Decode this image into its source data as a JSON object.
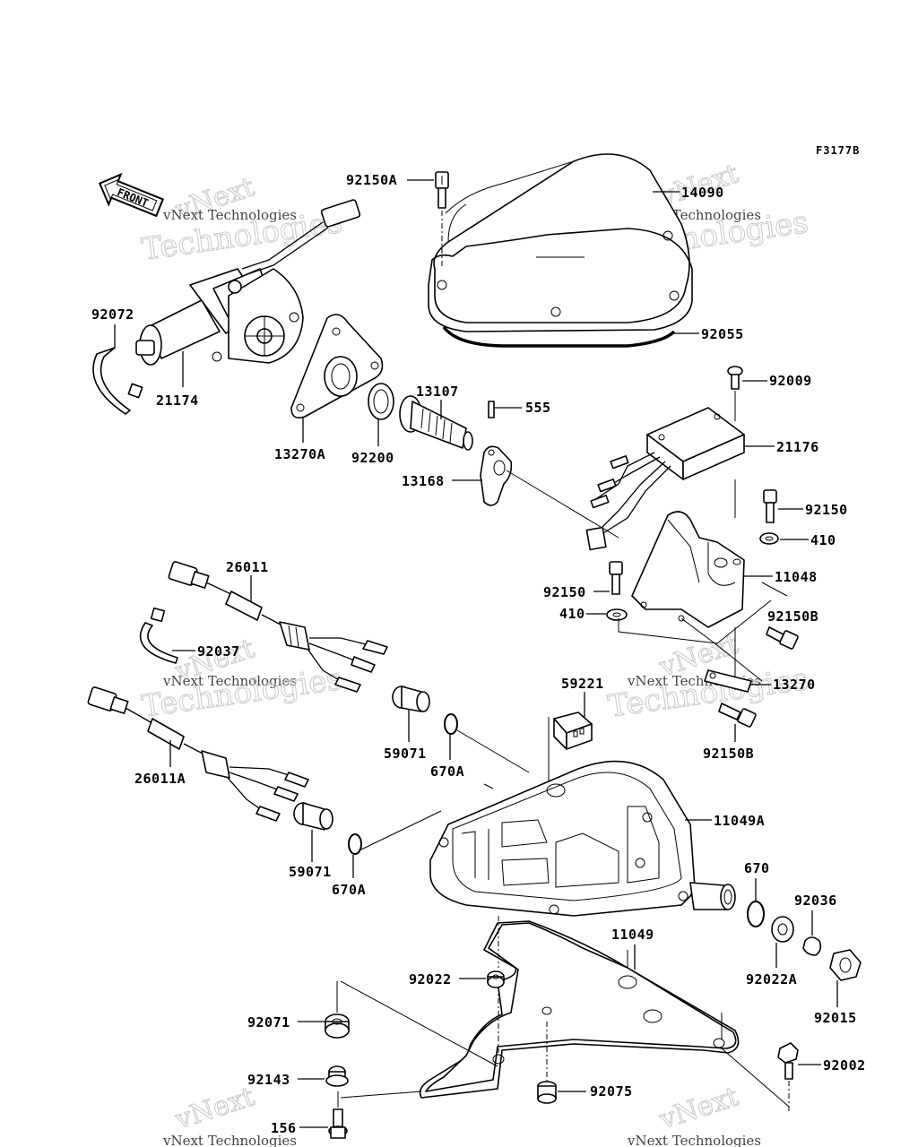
{
  "figure_code": "F3177B",
  "front_label": "FRONT",
  "watermark": {
    "line1": "vNext",
    "line2": "vNext Technologies",
    "line3": "Technologies"
  },
  "parts": [
    {
      "id": "p-92150A",
      "label": "92150A",
      "desc": "bolt"
    },
    {
      "id": "p-14090",
      "label": "14090",
      "desc": "cover"
    },
    {
      "id": "p-92055",
      "label": "92055",
      "desc": "gasket"
    },
    {
      "id": "p-92072",
      "label": "92072",
      "desc": "band"
    },
    {
      "id": "p-21174",
      "label": "21174",
      "desc": "actuator motor"
    },
    {
      "id": "p-13270A",
      "label": "13270A",
      "desc": "plate"
    },
    {
      "id": "p-92200",
      "label": "92200",
      "desc": "washer"
    },
    {
      "id": "p-13107",
      "label": "13107",
      "desc": "shaft"
    },
    {
      "id": "p-555",
      "label": "555",
      "desc": "pin"
    },
    {
      "id": "p-13168",
      "label": "13168",
      "desc": "lever"
    },
    {
      "id": "p-92009",
      "label": "92009",
      "desc": "screw"
    },
    {
      "id": "p-21176",
      "label": "21176",
      "desc": "control unit"
    },
    {
      "id": "p-92150",
      "label": "92150",
      "desc": "bolt"
    },
    {
      "id": "p-410",
      "label": "410",
      "desc": "washer"
    },
    {
      "id": "p-11048",
      "label": "11048",
      "desc": "bracket"
    },
    {
      "id": "p-92150-b",
      "label": "92150",
      "desc": "bolt"
    },
    {
      "id": "p-410-b",
      "label": "410",
      "desc": "washer"
    },
    {
      "id": "p-92150B",
      "label": "92150B",
      "desc": "bolt"
    },
    {
      "id": "p-13270",
      "label": "13270",
      "desc": "plate"
    },
    {
      "id": "p-92150B-b",
      "label": "92150B",
      "desc": "bolt"
    },
    {
      "id": "p-26011",
      "label": "26011",
      "desc": "harness"
    },
    {
      "id": "p-92037",
      "label": "92037",
      "desc": "clamp"
    },
    {
      "id": "p-59221",
      "label": "59221",
      "desc": "connector"
    },
    {
      "id": "p-59071",
      "label": "59071",
      "desc": "fitting"
    },
    {
      "id": "p-670A",
      "label": "670A",
      "desc": "o-ring"
    },
    {
      "id": "p-26011A",
      "label": "26011A",
      "desc": "harness"
    },
    {
      "id": "p-11049A",
      "label": "11049A",
      "desc": "case"
    },
    {
      "id": "p-59071-b",
      "label": "59071",
      "desc": "fitting"
    },
    {
      "id": "p-670A-b",
      "label": "670A",
      "desc": "o-ring"
    },
    {
      "id": "p-670",
      "label": "670",
      "desc": "o-ring"
    },
    {
      "id": "p-92036",
      "label": "92036",
      "desc": "washer"
    },
    {
      "id": "p-11049",
      "label": "11049",
      "desc": "bracket plate"
    },
    {
      "id": "p-92022",
      "label": "92022",
      "desc": "washer"
    },
    {
      "id": "p-92022A",
      "label": "92022A",
      "desc": "washer"
    },
    {
      "id": "p-92015",
      "label": "92015",
      "desc": "nut"
    },
    {
      "id": "p-92071",
      "label": "92071",
      "desc": "grommet"
    },
    {
      "id": "p-92002",
      "label": "92002",
      "desc": "bolt"
    },
    {
      "id": "p-92143",
      "label": "92143",
      "desc": "collar"
    },
    {
      "id": "p-92075",
      "label": "92075",
      "desc": "damper"
    },
    {
      "id": "p-156",
      "label": "156",
      "desc": "bolt"
    }
  ]
}
